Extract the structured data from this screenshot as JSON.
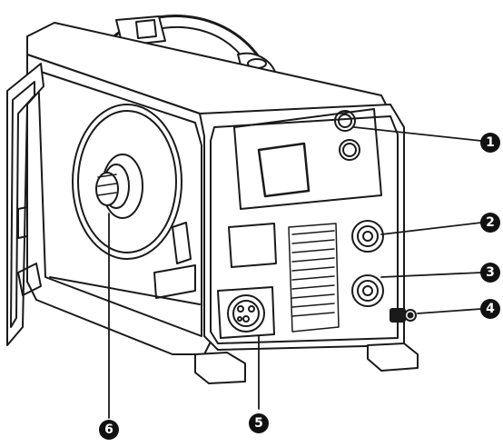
{
  "diagram": {
    "subject": "welding-machine-line-drawing",
    "line_color": "#1a1a1a",
    "fill_color": "#ffffff",
    "callout_color": "#111111",
    "callouts": [
      {
        "id": "callout-1",
        "label": "1"
      },
      {
        "id": "callout-2",
        "label": "2"
      },
      {
        "id": "callout-3",
        "label": "3"
      },
      {
        "id": "callout-4",
        "label": "4"
      },
      {
        "id": "callout-5",
        "label": "5"
      },
      {
        "id": "callout-6",
        "label": "6"
      }
    ]
  }
}
